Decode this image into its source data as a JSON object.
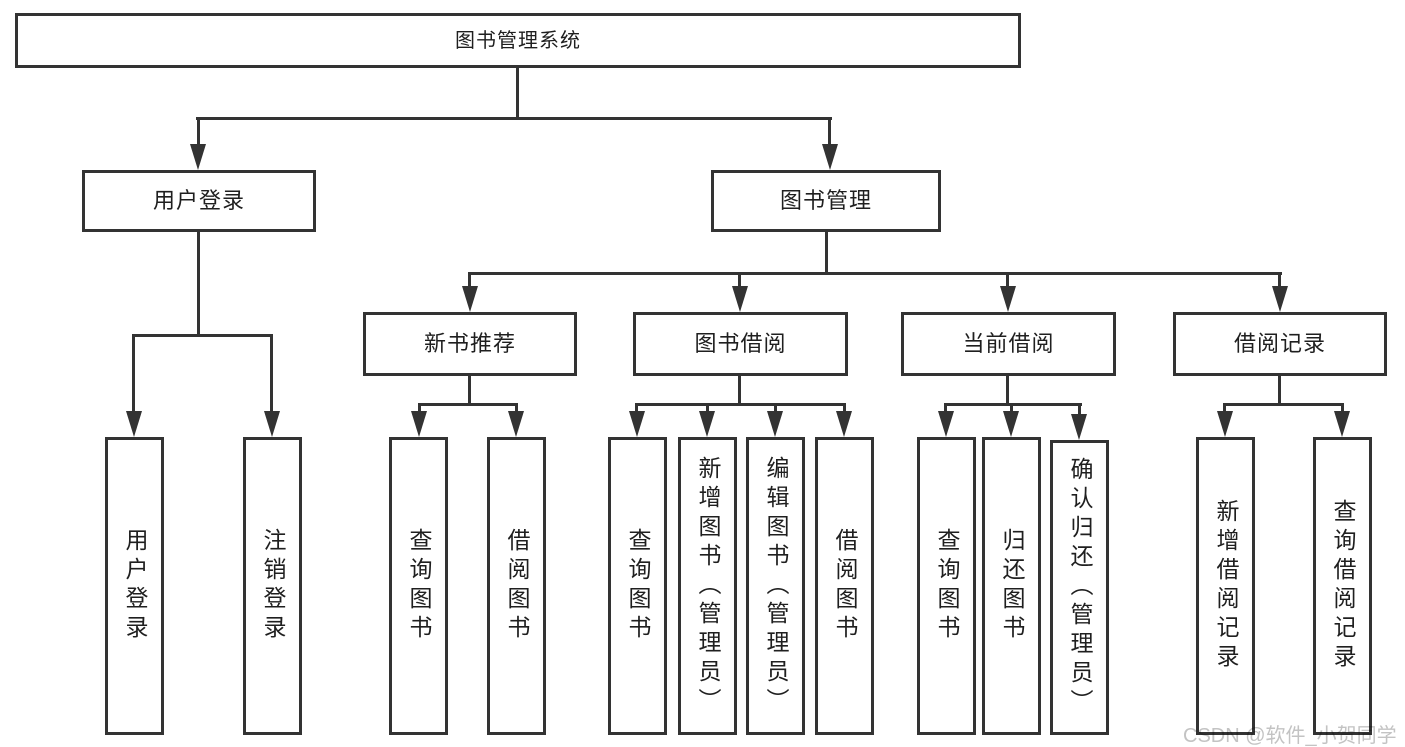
{
  "tree": {
    "root": {
      "label": "图书管理系统"
    },
    "user_login": {
      "label": "用户登录",
      "children": {
        "login": {
          "label": "用户登录"
        },
        "logout": {
          "label": "注销登录"
        }
      }
    },
    "book_management": {
      "label": "图书管理",
      "children": {
        "new_book_recommend": {
          "label": "新书推荐",
          "children": {
            "query_books": {
              "label": "查询图书"
            },
            "borrow_books": {
              "label": "借阅图书"
            }
          }
        },
        "book_borrow": {
          "label": "图书借阅",
          "children": {
            "query_books": {
              "label": "查询图书"
            },
            "add_books_admin": {
              "label": "新增图书（管理员）"
            },
            "edit_books_admin": {
              "label": "编辑图书（管理员）"
            },
            "borrow_books": {
              "label": "借阅图书"
            }
          }
        },
        "current_borrow": {
          "label": "当前借阅",
          "children": {
            "query_books": {
              "label": "查询图书"
            },
            "return_books": {
              "label": "归还图书"
            },
            "confirm_return_admin": {
              "label": "确认归还（管理员）"
            }
          }
        },
        "borrow_records": {
          "label": "借阅记录",
          "children": {
            "add_record": {
              "label": "新增借阅记录"
            },
            "query_record": {
              "label": "查询借阅记录"
            }
          }
        }
      }
    }
  },
  "watermark": {
    "text": "CSDN @软件_小贺同学"
  },
  "colors": {
    "line": "#333333",
    "text": "#1f1f1f",
    "background": "#ffffff",
    "watermark": "#c3c3c3"
  }
}
